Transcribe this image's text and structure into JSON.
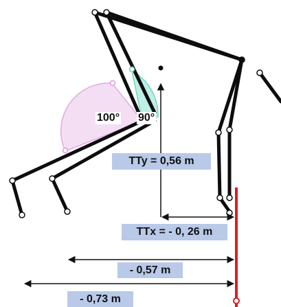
{
  "labels": {
    "angle_left": "100°",
    "angle_right": "90°",
    "tty": "TTy = 0,56 m",
    "ttx": "TTx = - 0, 26 m",
    "dist1": "- 0,57 m",
    "dist2": "- 0,73 m"
  },
  "colors": {
    "limb": "#0d0d0d",
    "reference_line": "#d42020",
    "label_box": "#b9c9e8",
    "angle_arc_left": "#e6b3e6",
    "angle_arc_right": "#7fd9c4",
    "dimension_line": "#111111"
  }
}
